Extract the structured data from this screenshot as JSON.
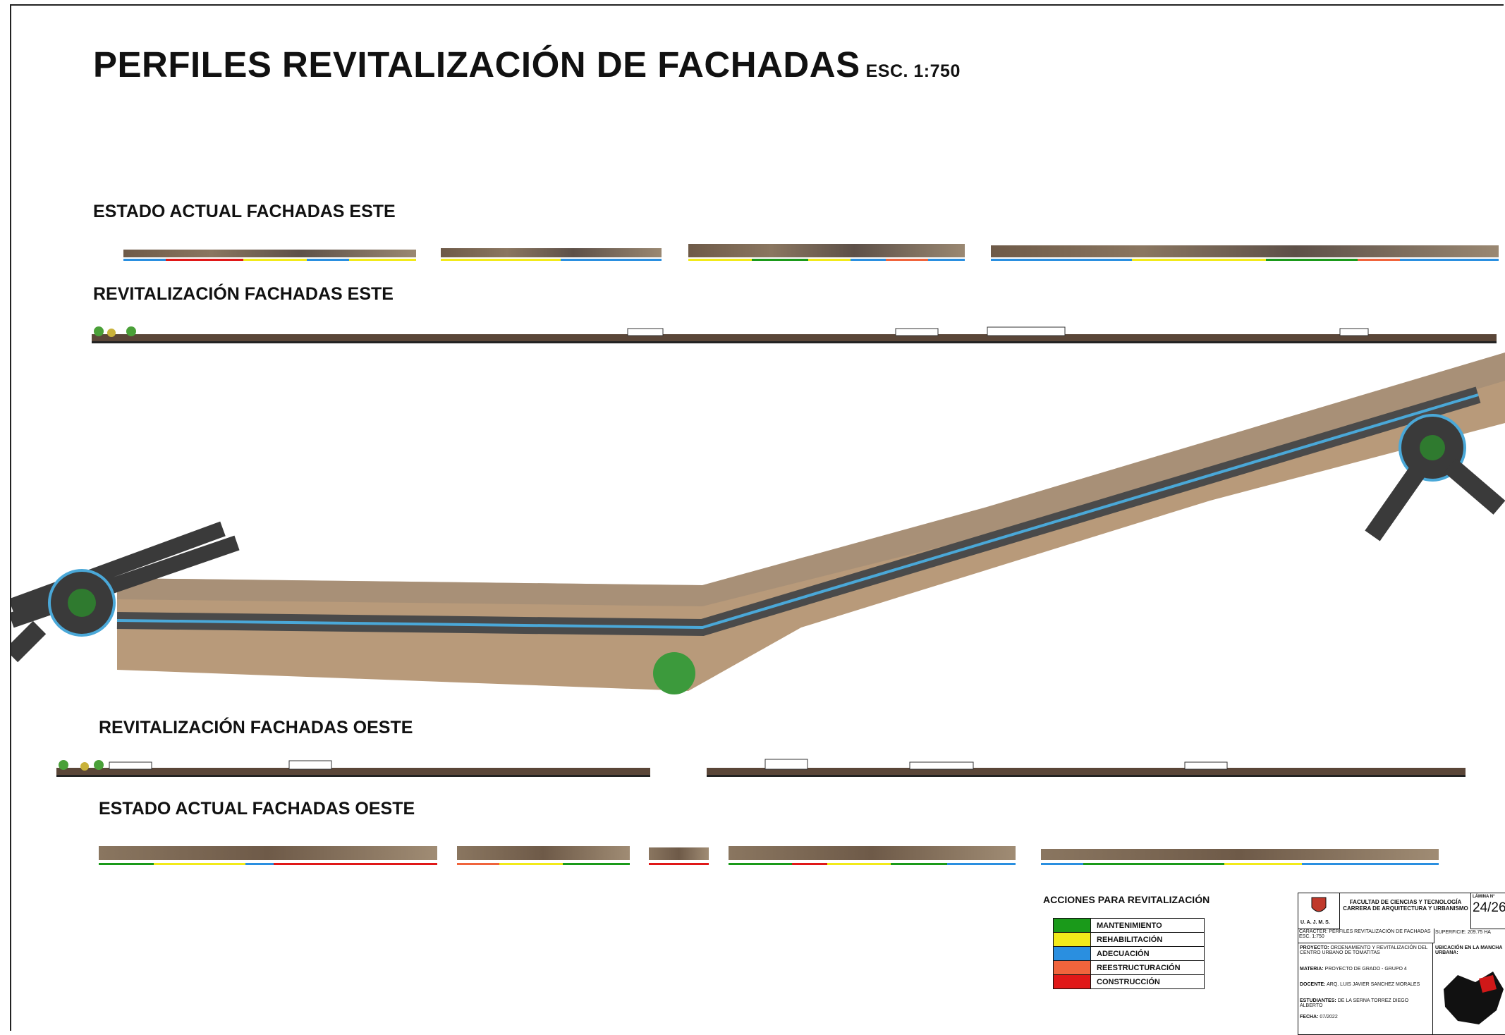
{
  "title": "PERFILES REVITALIZACIÓN DE FACHADAS",
  "scale": "ESC. 1:750",
  "sections": {
    "este_actual": "ESTADO ACTUAL FACHADAS ESTE",
    "este_revit": "REVITALIZACIÓN FACHADAS ESTE",
    "oeste_revit": "REVITALIZACIÓN FACHADAS OESTE",
    "oeste_actual": "ESTADO ACTUAL FACHADAS OESTE"
  },
  "legend": {
    "title": "ACCIONES PARA REVITALIZACIÓN",
    "items": [
      {
        "label": "MANTENIMIENTO",
        "color": "#1a9a1a"
      },
      {
        "label": "REHABILITACIÓN",
        "color": "#f2ea1a"
      },
      {
        "label": "ADECUACIÓN",
        "color": "#2a8fe0"
      },
      {
        "label": "REESTRUCTURACIÓN",
        "color": "#f0643c"
      },
      {
        "label": "CONSTRUCCIÓN",
        "color": "#e01818"
      }
    ]
  },
  "titleblock": {
    "logo": "U. A. J. M. S.",
    "faculty": "FACULTAD DE CIENCIAS Y TECNOLOGÍA CARRERA DE ARQUITECTURA Y URBANISMO",
    "lamina_label": "LÁMINA N°",
    "lamina": "24/26",
    "caracter": "CARACTER: PERFILES REVITALIZACIÓN DE FACHADAS ESC. 1:750",
    "superficie": "SUPERFICIE: 209.75 HA",
    "proyecto_label": "PROYECTO:",
    "proyecto": "ORDENAMIENTO Y REVITALIZACIÓN DEL CENTRO URBANO DE TOMATITAS",
    "ubicacion": "UBICACIÓN EN LA MANCHA URBANA:",
    "materia_label": "MATERIA:",
    "materia": "PROYECTO DE GRADO - GRUPO 4",
    "docente_label": "DOCENTE:",
    "docente": "ARQ. LUIS JAVIER SANCHEZ MORALES",
    "estudiantes_label": "ESTUDIANTES:",
    "estudiantes": "DE LA SERNA TORREZ DIEGO ALBERTO",
    "fecha_label": "FECHA:",
    "fecha": "07/2022"
  }
}
